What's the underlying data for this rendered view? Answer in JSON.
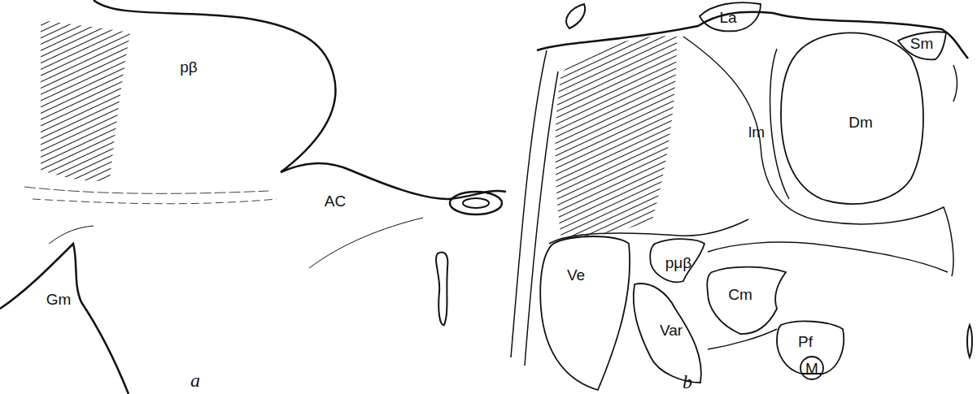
{
  "diagram": {
    "nodes": [
      {
        "text": [
          "La"
        ]
      },
      {
        "text": [
          "Sm"
        ]
      },
      {
        "text": [
          "Dm"
        ]
      },
      {
        "text": [
          "pμβ"
        ]
      },
      {
        "text": [
          "Ve"
        ]
      },
      {
        "text": [
          "Var"
        ]
      },
      {
        "text": [
          "Cm"
        ]
      },
      {
        "text": [
          "Pf"
        ]
      },
      {
        "text": [
          "M"
        ]
      }
    ],
    "labels": [
      "pβ",
      "AC",
      "Gm",
      "a",
      "lm",
      "b"
    ]
  }
}
